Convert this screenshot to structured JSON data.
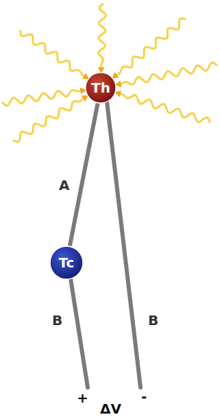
{
  "diagram": {
    "nodes": [
      {
        "text": [
          "Th"
        ]
      },
      {
        "text": [
          "Tc"
        ]
      }
    ],
    "edges": [
      {
        "from": 0,
        "to": 1,
        "arrow": "none"
      }
    ],
    "labels": [
      "A",
      "B",
      "B",
      "+",
      "-",
      "ΔV"
    ]
  }
}
